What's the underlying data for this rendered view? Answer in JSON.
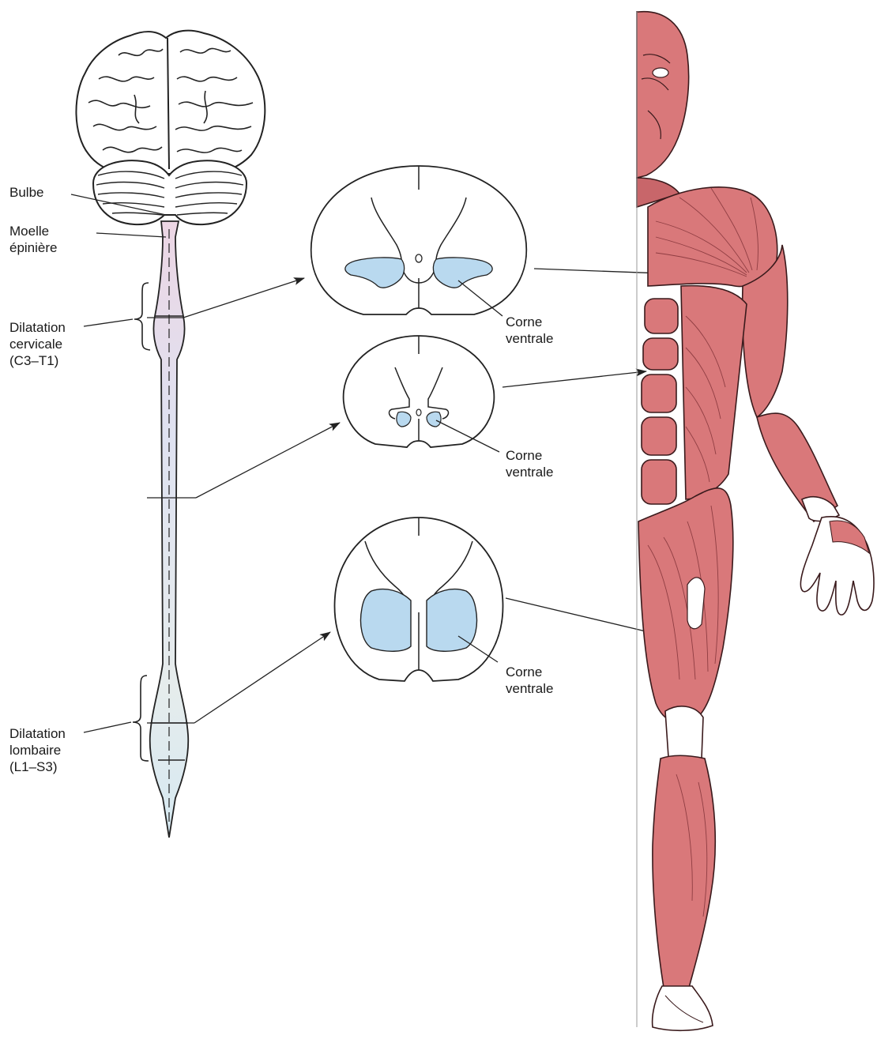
{
  "labels": {
    "bulbe": "Bulbe",
    "moelle": [
      "Moelle",
      "épinière"
    ],
    "cervicale": [
      "Dilatation",
      "cervicale",
      "(C3–T1)"
    ],
    "lombaire": [
      "Dilatation",
      "lombaire",
      "(L1–S3)"
    ],
    "corne_cervical": [
      "Corne",
      "ventrale"
    ],
    "corne_thoracic": [
      "Corne",
      "ventrale"
    ],
    "corne_lumbar": [
      "Corne",
      "ventrale"
    ]
  },
  "colors": {
    "ventral_horn": "#b9d9ef",
    "muscle": "#d9787a",
    "muscle_dark": "#b24f55",
    "cord_cervical": "#ecd6e4",
    "cord_thoracic": "#dfe2f1",
    "cord_lumbar": "#e6ecec",
    "line": "#222222"
  }
}
